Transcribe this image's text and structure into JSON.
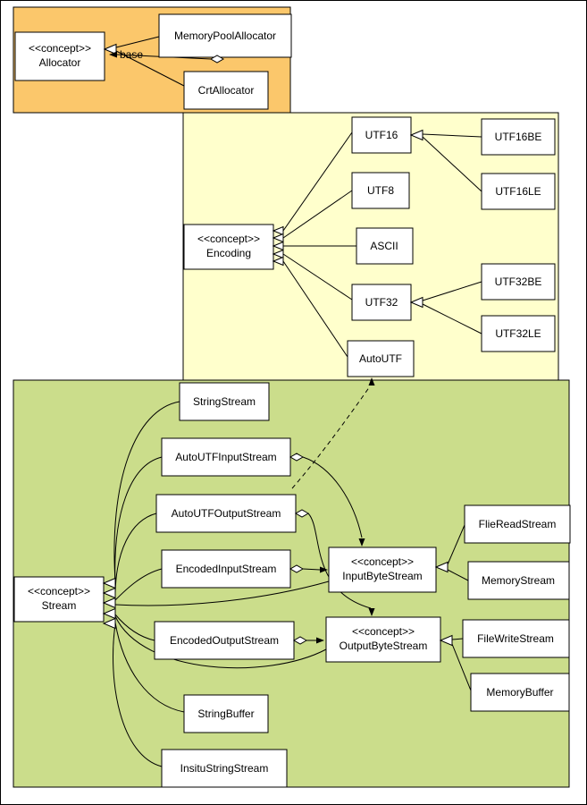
{
  "colors": {
    "background": "#ffffff",
    "border": "#000000",
    "allocator_region": "#fbc76b",
    "encoding_region": "#ffffcc",
    "stream_region": "#cbdd8b",
    "node_fill": "#ffffff",
    "line": "#000000"
  },
  "nodes": {
    "allocator": {
      "stereotype": "<<concept>>",
      "name": "Allocator"
    },
    "memory_pool_allocator": {
      "name": "MemoryPoolAllocator"
    },
    "crt_allocator": {
      "name": "CrtAllocator"
    },
    "encoding": {
      "stereotype": "<<concept>>",
      "name": "Encoding"
    },
    "utf16": {
      "name": "UTF16"
    },
    "utf8": {
      "name": "UTF8"
    },
    "ascii": {
      "name": "ASCII"
    },
    "utf32": {
      "name": "UTF32"
    },
    "auto_utf": {
      "name": "AutoUTF"
    },
    "utf16be": {
      "name": "UTF16BE"
    },
    "utf16le": {
      "name": "UTF16LE"
    },
    "utf32be": {
      "name": "UTF32BE"
    },
    "utf32le": {
      "name": "UTF32LE"
    },
    "stream": {
      "stereotype": "<<concept>>",
      "name": "Stream"
    },
    "string_stream": {
      "name": "StringStream"
    },
    "auto_utf_input_stream": {
      "name": "AutoUTFInputStream"
    },
    "auto_utf_output_stream": {
      "name": "AutoUTFOutputStream"
    },
    "encoded_input_stream": {
      "name": "EncodedInputStream"
    },
    "encoded_output_stream": {
      "name": "EncodedOutputStream"
    },
    "string_buffer": {
      "name": "StringBuffer"
    },
    "insitu_string_stream": {
      "name": "InsituStringStream"
    },
    "input_byte_stream": {
      "stereotype": "<<concept>>",
      "name": "InputByteStream"
    },
    "output_byte_stream": {
      "stereotype": "<<concept>>",
      "name": "OutputByteStream"
    },
    "flie_read_stream": {
      "name": "FlieReadStream"
    },
    "memory_stream": {
      "name": "MemoryStream"
    },
    "file_write_stream": {
      "name": "FileWriteStream"
    },
    "memory_buffer": {
      "name": "MemoryBuffer"
    }
  },
  "edge_labels": {
    "base": "base"
  }
}
